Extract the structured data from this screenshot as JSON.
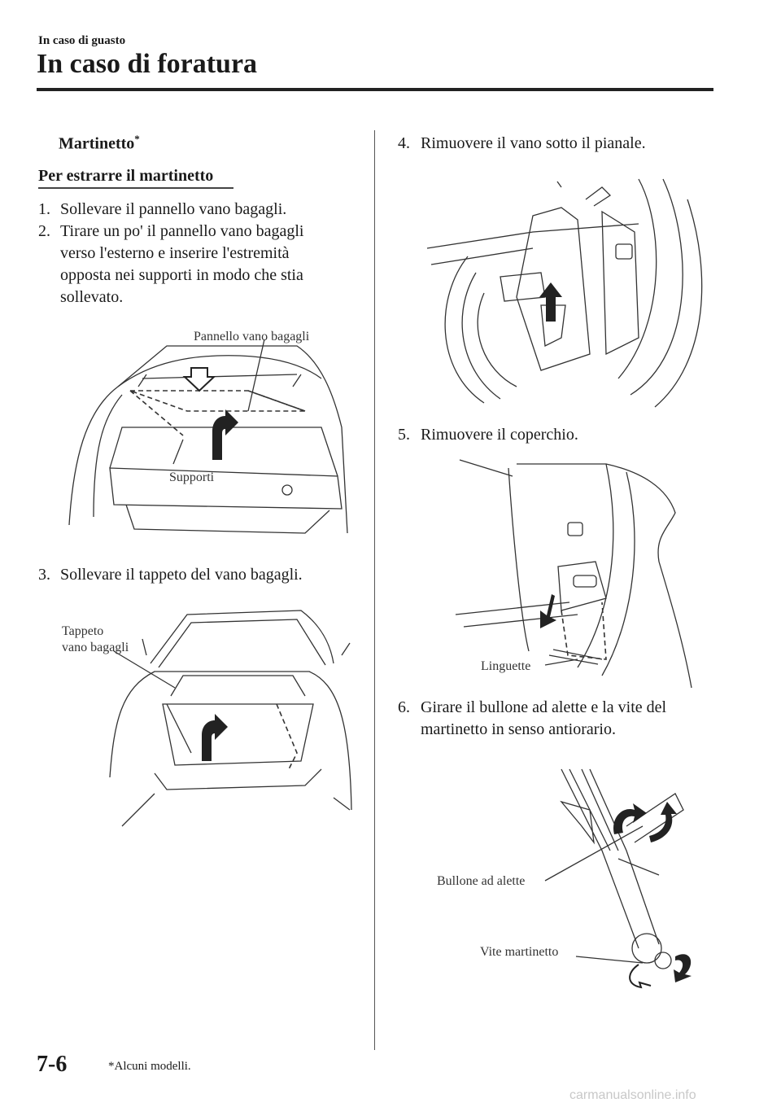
{
  "header": {
    "section": "In caso di guasto",
    "title": "In caso di foratura"
  },
  "left": {
    "heading": "Martinetto",
    "heading_mark": "*",
    "subheading": "Per estrarre il martinetto",
    "steps": [
      {
        "num": "1.",
        "lines": [
          "Sollevare il pannello vano bagagli."
        ]
      },
      {
        "num": "2.",
        "lines": [
          "Tirare un po' il pannello vano bagagli",
          "verso l'esterno e inserire l'estremità",
          "opposta nei supporti in modo che stia",
          "sollevato."
        ]
      },
      {
        "num": "3.",
        "lines": [
          "Sollevare il tappeto del vano bagagli."
        ]
      }
    ],
    "fig1": {
      "label_panel": "Pannello vano bagagli",
      "label_supports": "Supporti"
    },
    "fig2": {
      "label_mat_1": "Tappeto",
      "label_mat_2": "vano bagagli"
    }
  },
  "right": {
    "steps": [
      {
        "num": "4.",
        "lines": [
          "Rimuovere il vano sotto il pianale."
        ]
      },
      {
        "num": "5.",
        "lines": [
          "Rimuovere il coperchio."
        ]
      },
      {
        "num": "6.",
        "lines": [
          "Girare il bullone ad alette e la vite del",
          "martinetto in senso antiorario."
        ]
      }
    ],
    "fig4": {
      "label_tabs": "Linguette"
    },
    "fig5": {
      "label_wing_bolt": "Bullone ad alette",
      "label_jack_screw": "Vite martinetto"
    }
  },
  "footer": {
    "page_number": "7-6",
    "footnote": "*Alcuni modelli.",
    "watermark": "carmanualsonline.info"
  }
}
